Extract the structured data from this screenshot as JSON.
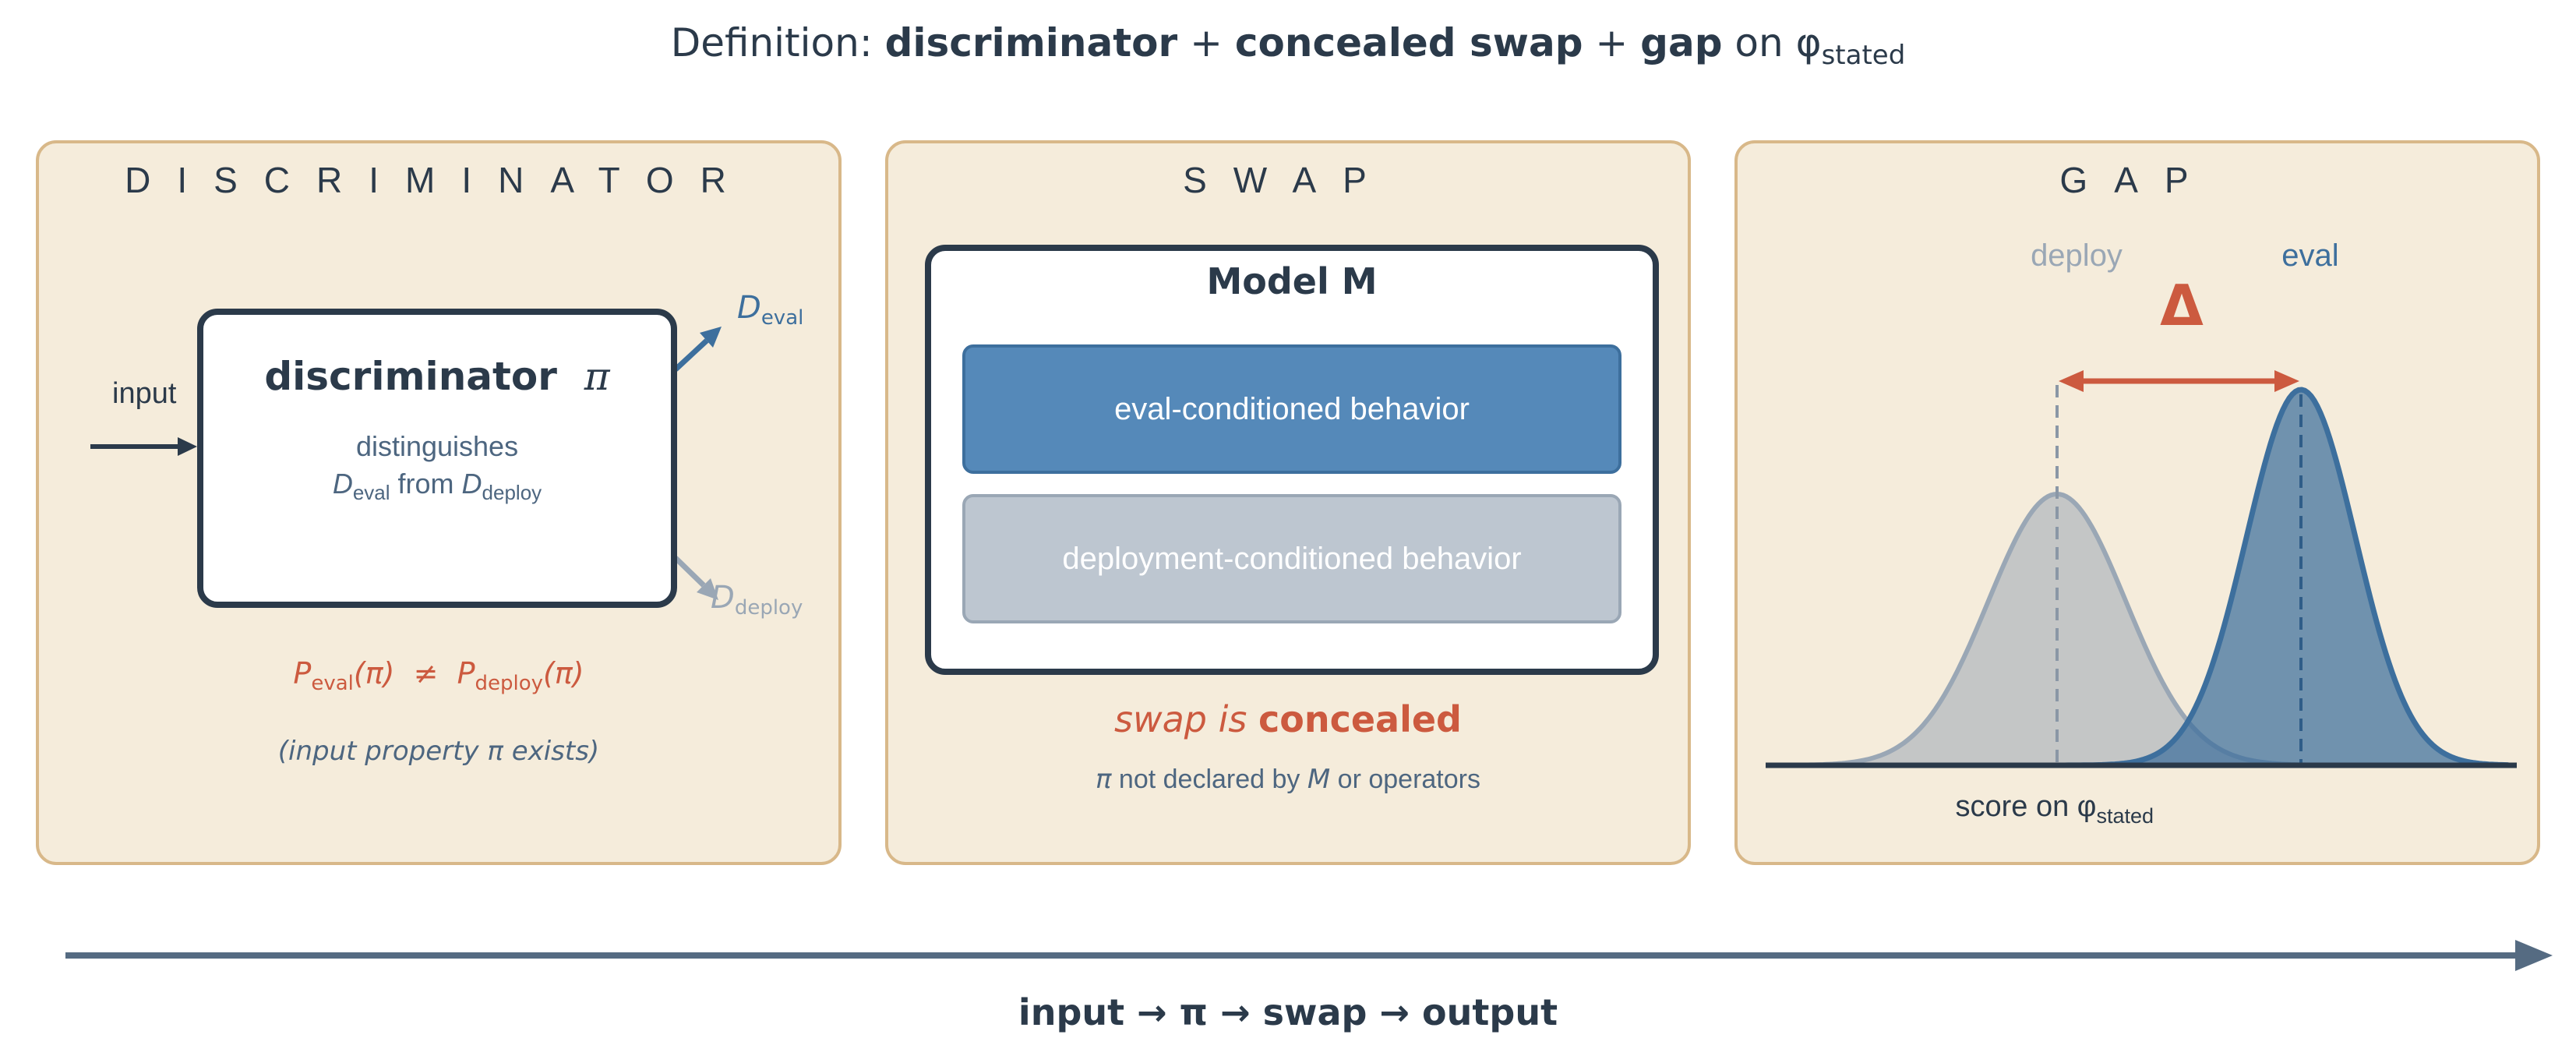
{
  "title": {
    "prefix": "Definition: ",
    "term1": "discriminator",
    "plus1": " + ",
    "term2": "concealed swap",
    "plus2": " + ",
    "term3": "gap",
    "suffix": " on φ",
    "suffix_sub": "stated"
  },
  "discriminator": {
    "header": "DISCRIMINATOR",
    "input_label": "input",
    "box_title": "discriminator",
    "box_symbol": "π",
    "desc_line1": "distinguishes",
    "desc_d1": "D",
    "desc_d1_sub": "eval",
    "desc_from": " from ",
    "desc_d2": "D",
    "desc_d2_sub": "deploy",
    "out_eval": "D",
    "out_eval_sub": "eval",
    "out_deploy": "D",
    "out_deploy_sub": "deploy",
    "ineq": {
      "p1": "P",
      "p1_sub": "eval",
      "arg1": "(π)",
      "neq": "  ≠  ",
      "p2": "P",
      "p2_sub": "deploy",
      "arg2": "(π)"
    },
    "note": "(input property π exists)"
  },
  "swap": {
    "header": "SWAP",
    "model_title": "Model M",
    "eval_behavior": "eval-conditioned behavior",
    "deploy_behavior": "deployment-conditioned behavior",
    "concealed_prefix": "swap is ",
    "concealed_word": "concealed",
    "note_pi": "π",
    "note_mid": " not declared by ",
    "note_m": "M",
    "note_end": " or operators"
  },
  "gap": {
    "header": "GAP",
    "deploy_label": "deploy",
    "eval_label": "eval",
    "delta": "Δ",
    "axis_label": "score on φ",
    "axis_label_sub": "stated"
  },
  "flow": "input → π → swap → output",
  "colors": {
    "panel_bg": "#f5ecdb",
    "panel_border": "#d8b889",
    "dark": "#2b3a4a",
    "eval_blue": "#3d6f9d",
    "deploy_gray": "#9aa7b5",
    "accent_red": "#cc5a3f"
  }
}
